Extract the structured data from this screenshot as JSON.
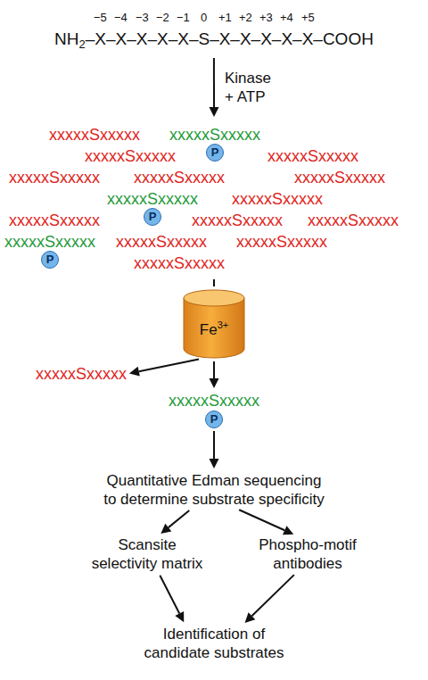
{
  "diagram": {
    "nodes": [
      {
        "text": [
          "NH",
          "2",
          "–X–X–X–X–X–S–X–X–X–X–X–COOH"
        ]
      },
      {
        "text": [
          "xxxxxSxxxxx",
          "xxxxxSxxxxx",
          "P",
          "xxxxxSxxxxx",
          "xxxxxSxxxxx",
          "xxxxxSxxxxx",
          "xxxxxSxxxxx",
          "xxxxxSxxxxx",
          "xxxxxSxxxxx",
          "P",
          "xxxxxSxxxxx",
          "xxxxxSxxxxx",
          "xxxxxSxxxxx",
          "xxxxxSxxxxx",
          "xxxxxSxxxxx",
          "P",
          "xxxxxSxxxxx",
          "xxxxxSxxxxx",
          "xxxxxSxxxxx"
        ]
      },
      {
        "text": [
          "Fe",
          "3+"
        ]
      },
      {
        "text": [
          "xxxxxSxxxxx"
        ]
      },
      {
        "text": [
          "xxxxxSxxxxx",
          "P"
        ]
      },
      {
        "text": [
          "Quantitative Edman sequencing to determine substrate specificity"
        ]
      },
      {
        "text": [
          "Scansite selectivity matrix"
        ]
      },
      {
        "text": [
          "Phospho-motif antibodies"
        ]
      },
      {
        "text": [
          "Identification of candidate substrates"
        ]
      }
    ],
    "edges": [
      {
        "from": 0,
        "to": 1,
        "label": "Kinase + ATP",
        "arrow": "to"
      },
      {
        "from": 1,
        "to": 2,
        "arrow": "none"
      },
      {
        "from": 2,
        "to": 3,
        "arrow": "to"
      },
      {
        "from": 2,
        "to": 4,
        "arrow": "to"
      },
      {
        "from": 4,
        "to": 5,
        "arrow": "to"
      },
      {
        "from": 5,
        "to": 6,
        "arrow": "to"
      },
      {
        "from": 5,
        "to": 7,
        "arrow": "to"
      },
      {
        "from": 6,
        "to": 8,
        "arrow": "to"
      },
      {
        "from": 7,
        "to": 8,
        "arrow": "to"
      }
    ],
    "labels": [
      "−5",
      "−4",
      "−3",
      "−2",
      "−1",
      "0",
      "+1",
      "+2",
      "+3",
      "+4",
      "+5"
    ]
  }
}
